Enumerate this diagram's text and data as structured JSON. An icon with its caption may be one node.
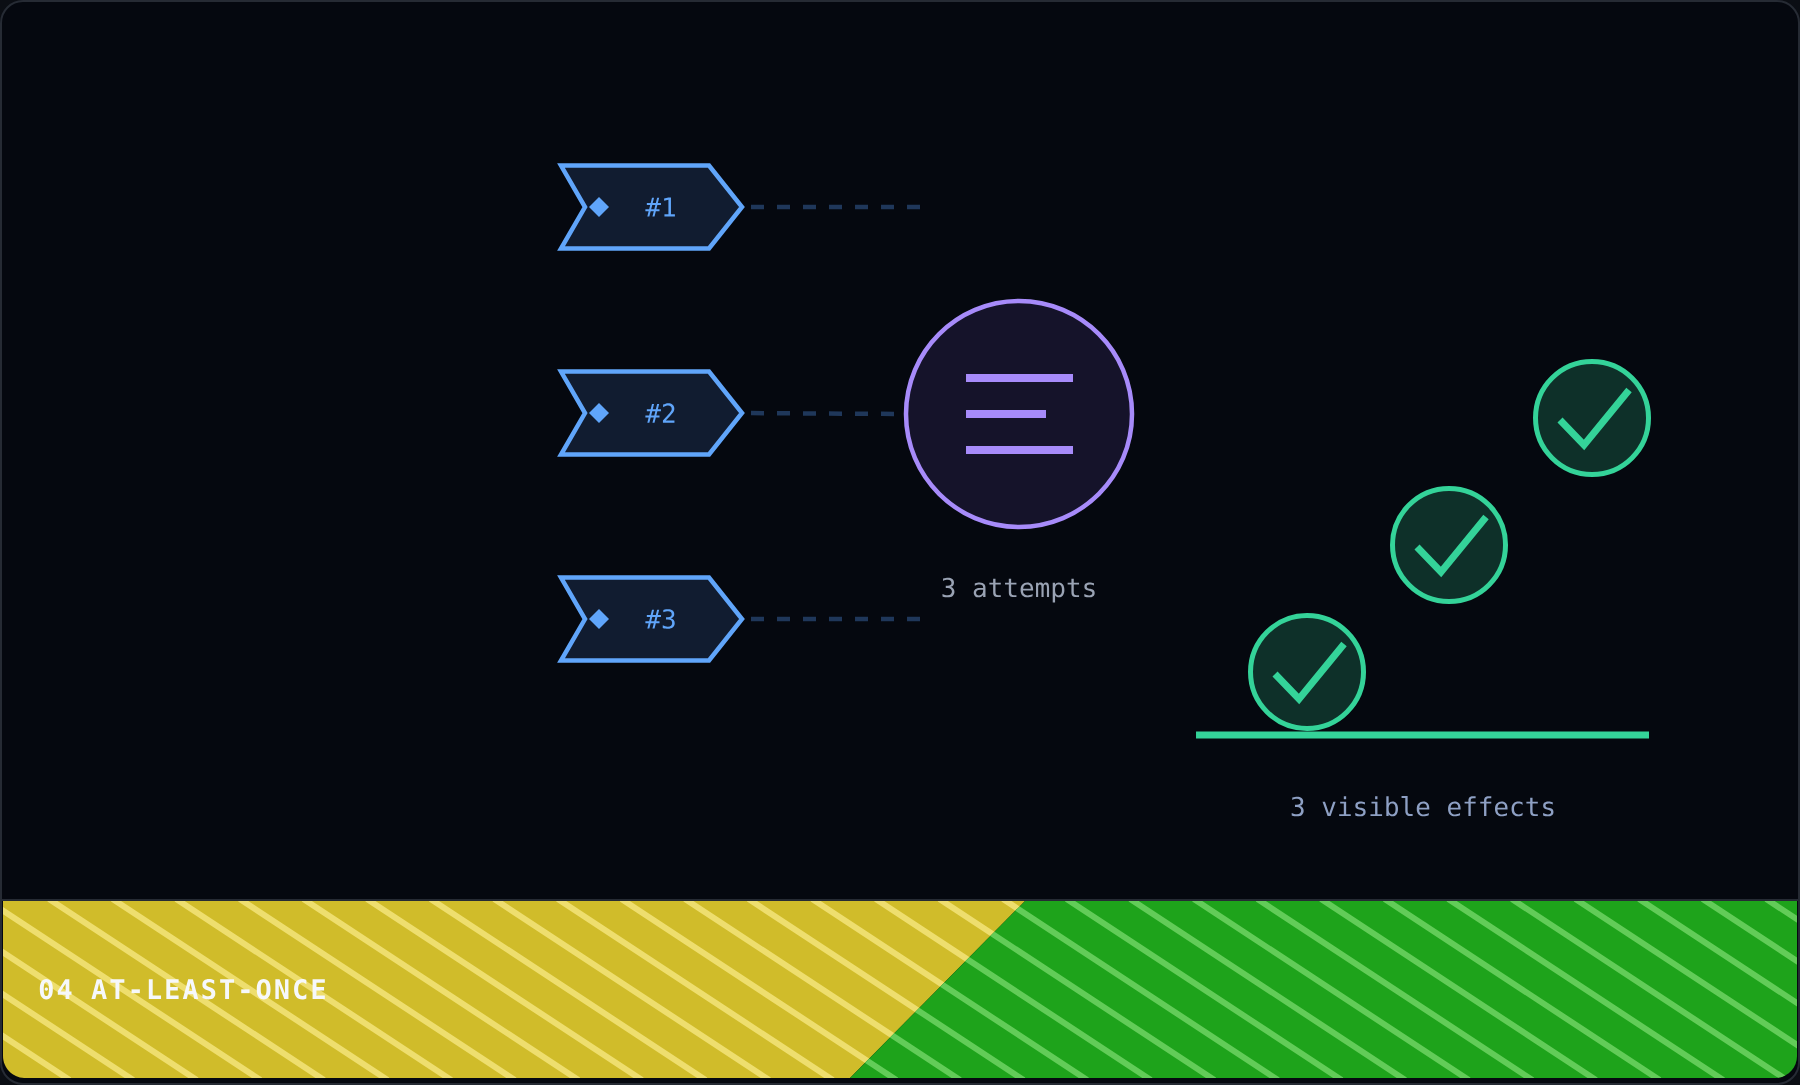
{
  "diagram": {
    "title": "04 AT-LEAST-ONCE",
    "nodes": [
      {
        "text": [
          "#1"
        ]
      },
      {
        "text": [
          "#2"
        ]
      },
      {
        "text": [
          "#3"
        ]
      },
      {
        "text": [],
        "shape": "circle",
        "beside": [
          "3 attempts"
        ]
      }
    ],
    "edges": [
      {
        "from": 0,
        "to": null,
        "arrow": "none",
        "style": "dashed"
      },
      {
        "from": 1,
        "to": 3,
        "arrow": "none",
        "style": "dashed"
      },
      {
        "from": 2,
        "to": null,
        "arrow": "none",
        "style": "dashed"
      }
    ],
    "labels": [
      "3 visible effects"
    ]
  }
}
